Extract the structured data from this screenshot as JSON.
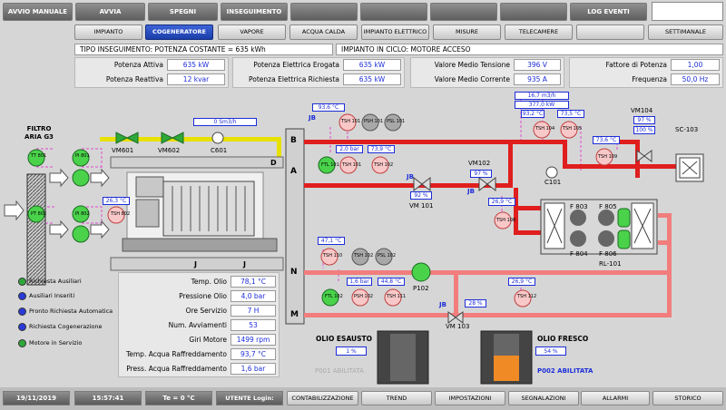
{
  "top_nav": {
    "avvio_manuale": "AVVIO MANUALE",
    "avvia": "AVVIA",
    "spegni": "SPEGNI",
    "inseguimento": "INSEGUIMENTO",
    "log_eventi": "LOG EVENTI"
  },
  "sub_nav": {
    "impianto": "IMPIANTO",
    "cogeneratore": "COGENERATORE",
    "vapore": "VAPORE",
    "acqua_calda": "ACQUA CALDA",
    "impianto_elettrico": "IMPIANTO ELETTRICO",
    "misure": "MISURE",
    "telecamere": "TELECAMERE",
    "settimanale": "SETTIMANALE"
  },
  "status": {
    "tipo": "TIPO INSEGUIMENTO: POTENZA COSTANTE = 635 kWh",
    "impianto": "IMPIANTO IN CICLO: MOTORE ACCESO"
  },
  "measures": {
    "potenza_attiva": {
      "label": "Potenza Attiva",
      "value": "635 kW"
    },
    "potenza_reattiva": {
      "label": "Potenza Reattiva",
      "value": "12 kvar"
    },
    "pot_el_erogata": {
      "label": "Potenza Elettrica Erogata",
      "value": "635 kW"
    },
    "pot_el_richiesta": {
      "label": "Potenza Elettrica Richiesta",
      "value": "635 kW"
    },
    "tensione": {
      "label": "Valore Medio Tensione",
      "value": "396 V"
    },
    "corrente": {
      "label": "Valore Medio Corrente",
      "value": "935 A"
    },
    "fattore": {
      "label": "Fattore di Potenza",
      "value": "1,00"
    },
    "frequenza": {
      "label": "Frequenza",
      "value": "50,0 Hz"
    }
  },
  "diagram": {
    "filtro": "FILTRO ARIA G3",
    "gas_flow": "0 Sm3/h",
    "vm601": "VM601",
    "vm602": "VM602",
    "c601": "C601",
    "top_temp": "93,6 °C",
    "jb1": "JB",
    "tsh101": "TSH 101",
    "psh101": "PSH 101",
    "psl101": "PSL 101",
    "pressure_b": "2,0 bar",
    "temp_b": "73,9 °C",
    "ftl101": "FTL 101",
    "tsh101b": "TSH 101",
    "tsh102": "TSH 102",
    "vm101_pct": "92 %",
    "vm101": "VM 101",
    "vm102": "VM102",
    "vm102_pct": "97 %",
    "jb2": "JB",
    "jb3": "JB",
    "flow_m3": "16,7 m3/h",
    "power_kw": "377,0 kW",
    "temp_r1": "93,2 °C",
    "temp_r2": "73,5 °C",
    "tsh104": "TSH 104",
    "tsh105": "TSH 105",
    "c101": "C101",
    "temp_r3": "73,6 °C",
    "tsh109": "TSH 109",
    "vm104": "VM104",
    "vm104_pct1": "97 %",
    "vm104_pct2": "100 %",
    "sc103": "SC-103",
    "temp_f": "26,9 °C",
    "tsh108": "TSH 108",
    "f803": "F 803",
    "f804": "F 804",
    "f805": "F 805",
    "f806": "F 806",
    "rl101": "RL-101",
    "temp_l": "47,1 °C",
    "tsh110": "TSH 110",
    "tsh102b": "TSH 102",
    "psl102": "PSL 102",
    "pres_n": "1,6 bar",
    "temp_n": "44,8 °C",
    "ftl102": "FTL 102",
    "psh102": "PSH 102",
    "tsh111": "TSH 111",
    "p102": "P102",
    "vm103_pct": "28 %",
    "vm103": "VM 103",
    "jb4": "JB",
    "temp_m": "26,9 °C",
    "tsh_m": "TSH 112",
    "tsh_eng": "TSH 802",
    "temp_eng": "26,3 °C",
    "tt801": "TT 801",
    "pi801": "PI 801",
    "pt802": "PT 802",
    "pi802": "PI 802",
    "letter_b": "B",
    "letter_a": "A",
    "letter_n": "N",
    "letter_m": "M",
    "letter_d": "D",
    "letter_j1": "J",
    "letter_j2": "J"
  },
  "legend": [
    {
      "label": "Richiesta Ausiliari",
      "color": "#2fa83a"
    },
    {
      "label": "Ausiliari Inseriti",
      "color": "#2a3ad8"
    },
    {
      "label": "Pronto Richiesta Automatica",
      "color": "#2a3ad8"
    },
    {
      "label": "Richiesta Cogenerazione",
      "color": "#2a3ad8"
    },
    {
      "label": "Motore in Servizio",
      "color": "#2fa83a"
    }
  ],
  "engine": {
    "temp_olio": {
      "label": "Temp. Olio",
      "value": "78,1 °C"
    },
    "pressione_olio": {
      "label": "Pressione Olio",
      "value": "4,0 bar"
    },
    "ore_servizio": {
      "label": "Ore Servizio",
      "value": "7 H"
    },
    "num_avviamenti": {
      "label": "Num. Avviamenti",
      "value": "53"
    },
    "giri_motore": {
      "label": "Giri Motore",
      "value": "1499 rpm"
    },
    "temp_acqua": {
      "label": "Temp. Acqua Raffreddamento",
      "value": "93,7 °C"
    },
    "press_acqua": {
      "label": "Press. Acqua Raffreddamento",
      "value": "1,6 bar"
    }
  },
  "oil": {
    "esausto": "OLIO ESAUSTO",
    "esausto_pct": "1 %",
    "p001": "P001 ABILITATA",
    "fresco": "OLIO FRESCO",
    "fresco_pct": "54 %",
    "p002": "P002 ABILITATA"
  },
  "bottom": {
    "date": "19/11/2019",
    "time": "15:57:41",
    "temp": "Te = 0 °C",
    "utente": "UTENTE Login:",
    "contab": "CONTABILIZZAZIONE",
    "trend": "TREND",
    "impostazioni": "IMPOSTAZIONI",
    "segnalazioni": "SEGNALAZIONI",
    "allarmi": "ALLARMI",
    "storico": "STORICO"
  }
}
